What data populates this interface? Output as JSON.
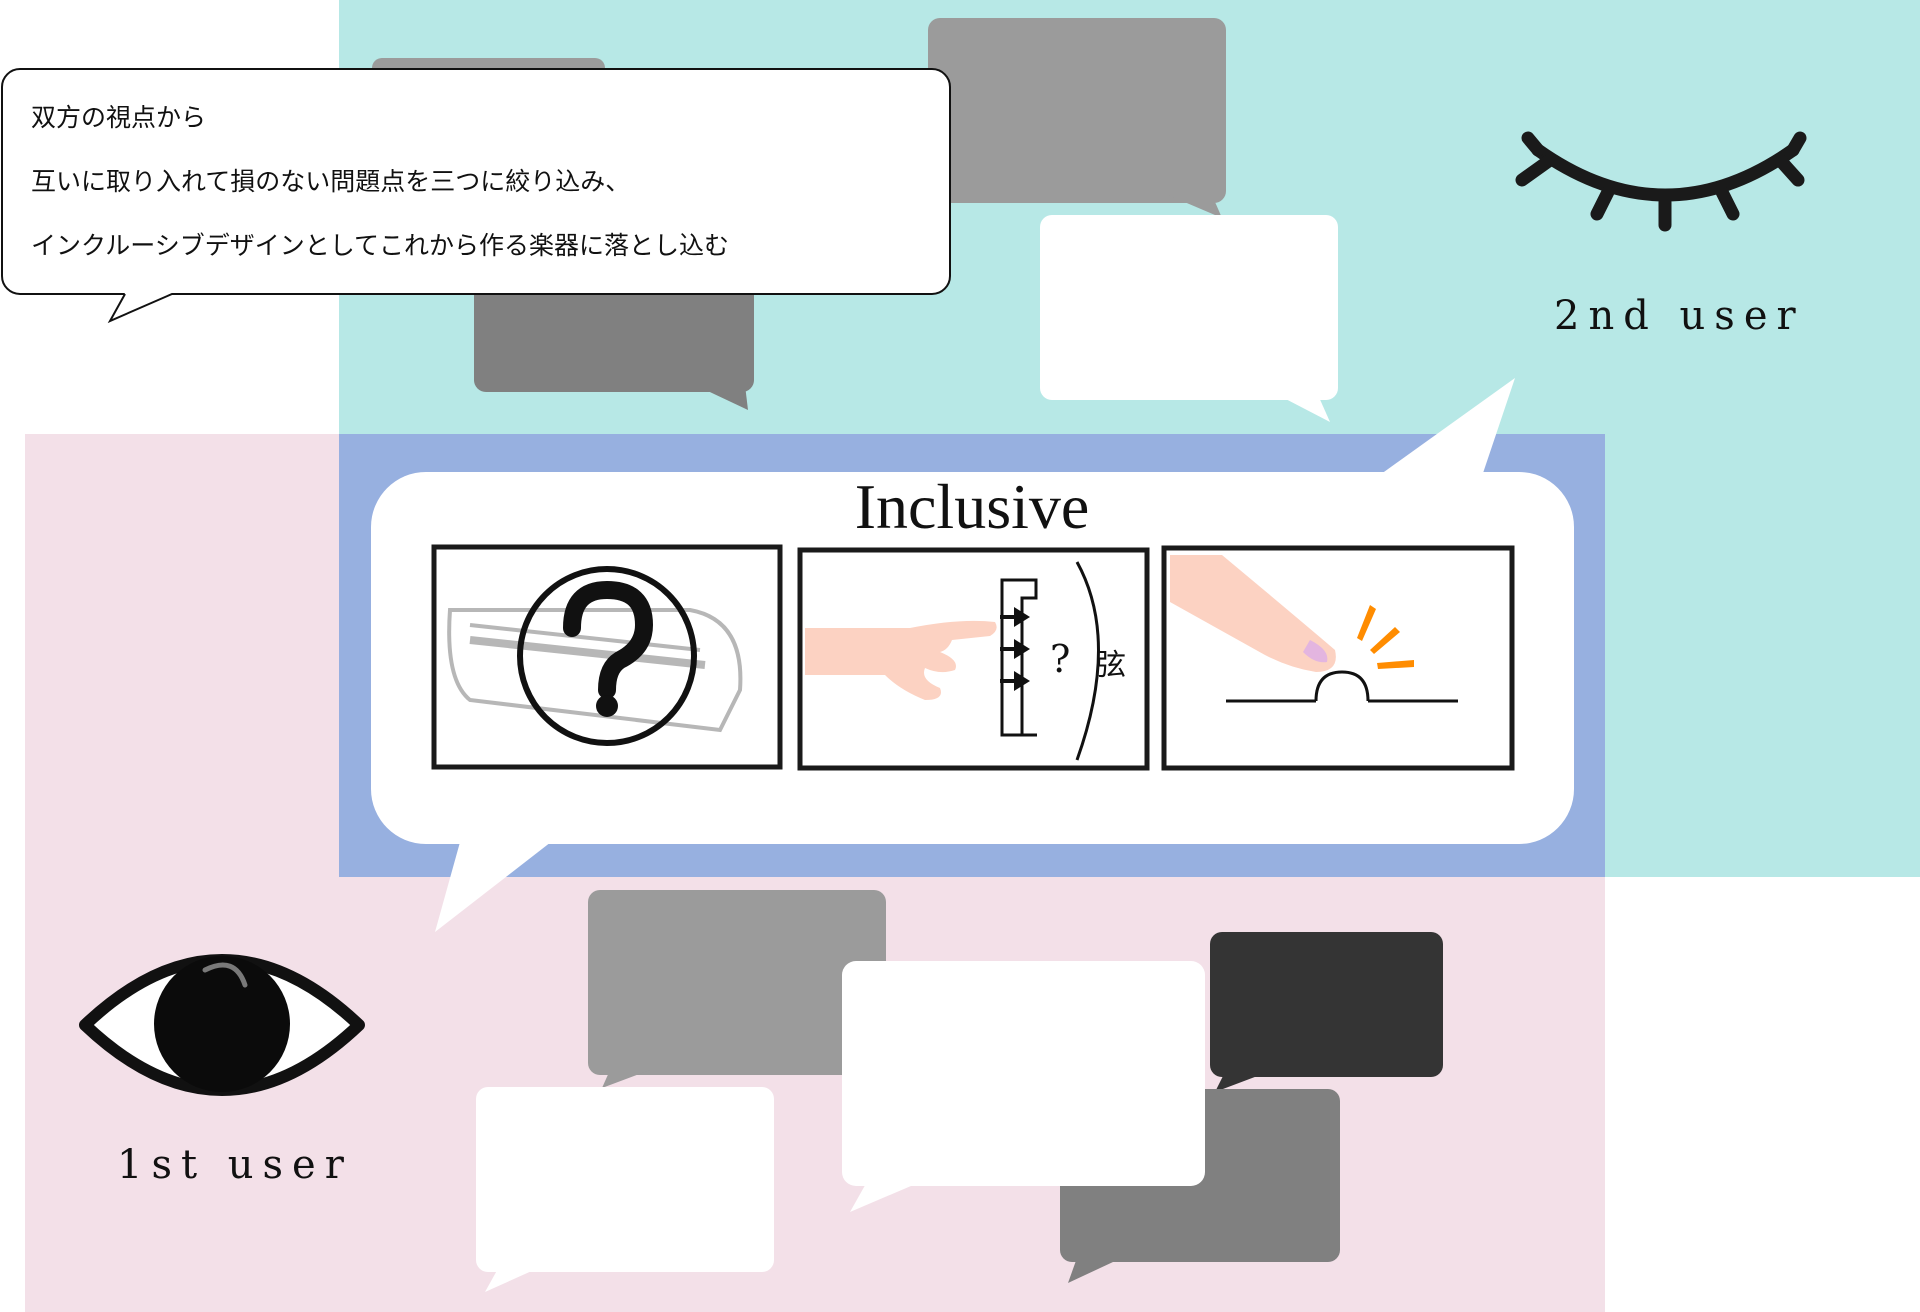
{
  "colors": {
    "second_user_region": "#b7e8e6",
    "first_user_region": "#f3e0e8",
    "overlap_region": "#97b0e0",
    "bubble_light": "#9b9b9b",
    "bubble_mid": "#808080",
    "bubble_dark": "#343434",
    "bubble_white": "#ffffff",
    "accent_orange": "#ff8c00",
    "skin": "#fcd2c2"
  },
  "users": {
    "second": {
      "label": "2nd user",
      "icon": "closed-eye-icon"
    },
    "first": {
      "label": "1st user",
      "icon": "open-eye-icon"
    }
  },
  "note": {
    "lines": [
      "双方の視点から",
      "互いに取り入れて損のない問題点を三つに絞り込み、",
      "インクルーシブデザインとしてこれから作る楽器に落とし込む"
    ]
  },
  "center": {
    "title": "Inclusive",
    "panels": [
      {
        "icon": "question-circle-icon"
      },
      {
        "icon": "hand-reaching-string-icon",
        "caption": "弦"
      },
      {
        "icon": "finger-pressing-bump-icon"
      }
    ]
  }
}
